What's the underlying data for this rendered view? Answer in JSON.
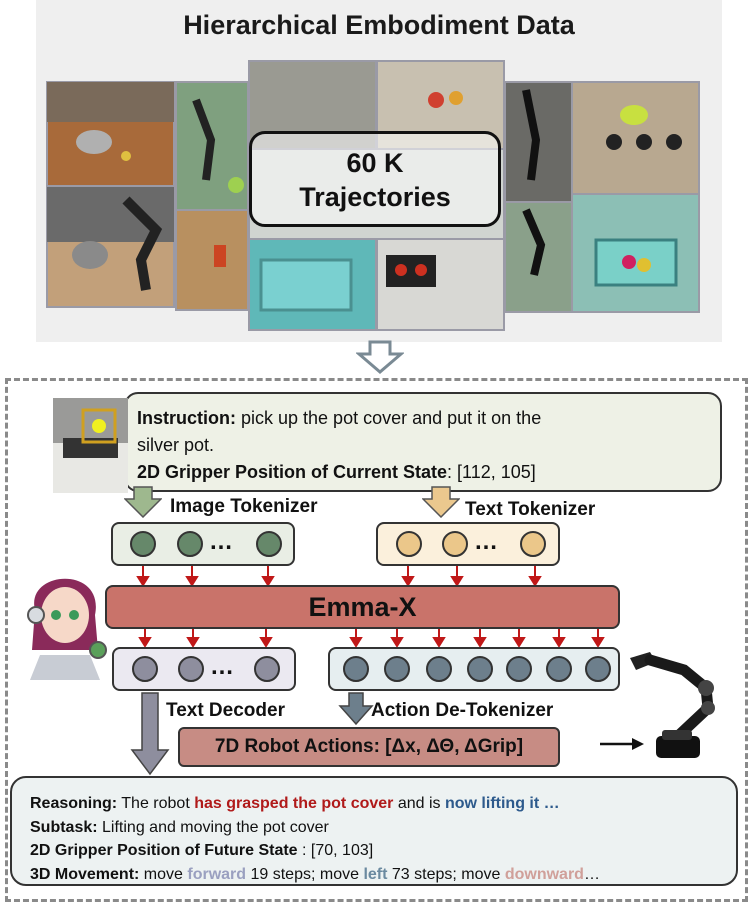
{
  "top": {
    "title": "Hierarchical Embodiment Data",
    "center_line1": "60 K",
    "center_line2": "Trajectories"
  },
  "instruction": {
    "label": "Instruction:",
    "text": " pick up the pot cover and put it on the",
    "text2": "silver pot.",
    "gripper_label": "2D Gripper Position of Current State",
    "gripper_value": ": [112, 105]"
  },
  "tokenizers": {
    "image": "Image Tokenizer",
    "text": "Text Tokenizer",
    "dots": "…"
  },
  "model": {
    "name": "Emma-X"
  },
  "decoders": {
    "text": "Text Decoder",
    "action": "Action De-Tokenizer"
  },
  "actions": {
    "label": "7D Robot Actions: [Δx, ΔΘ, ΔGrip]"
  },
  "output": {
    "reasoning_label": "Reasoning:",
    "reasoning_1": " The robot ",
    "reasoning_2": "has grasped the pot cover",
    "reasoning_3": " and is ",
    "reasoning_4": "now lifting it …",
    "subtask_label": "Subtask:",
    "subtask_text": " Lifting and moving the pot cover",
    "future_label": "2D Gripper Position of Future State",
    "future_value": " : [70, 103]",
    "movement_label": "3D Movement:",
    "movement_1": " move ",
    "movement_2": "forward",
    "movement_3": " 19 steps; move ",
    "movement_4": "left",
    "movement_5": " 73 steps; move ",
    "movement_6": "downward",
    "movement_7": "…"
  },
  "colors": {
    "red_text": "#b01a1a",
    "blue_text": "#2d5a8c",
    "forward": "#9aa0c0",
    "left": "#6b8aa0",
    "downward": "#d0a09a",
    "image_token": "#66886a",
    "text_token": "#ebc78a",
    "decoder_token": "#8e8e9e",
    "action_token": "#6d7f8c",
    "emma": "#c9736a"
  }
}
